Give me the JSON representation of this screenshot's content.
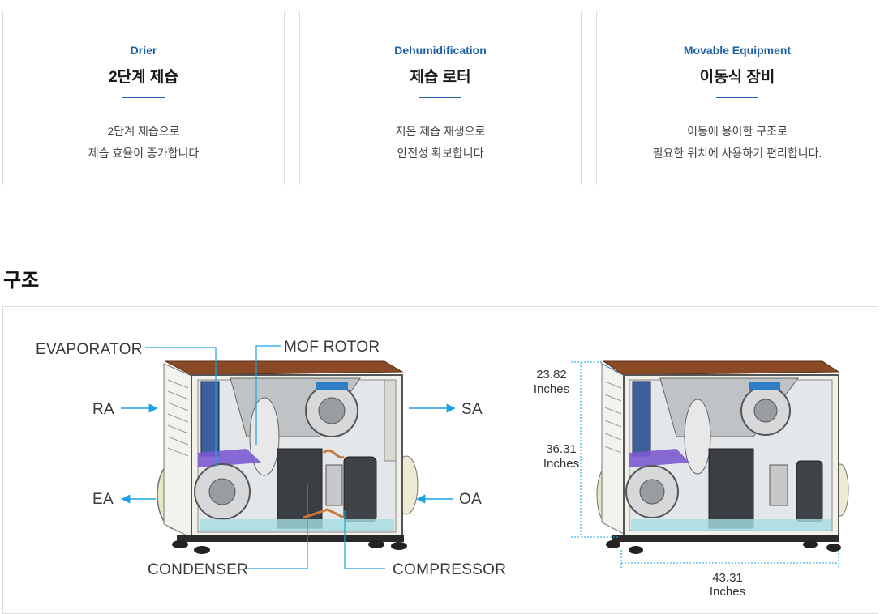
{
  "features": [
    {
      "en": "Drier",
      "ko": "2단계 제습",
      "desc": [
        "2단계 제습으로",
        "제습 효율이 증가합니다"
      ]
    },
    {
      "en": "Dehumidification",
      "ko": "제습 로터",
      "desc": [
        "저온 제습 재생으로",
        "안전성 확보합니다"
      ]
    },
    {
      "en": "Movable Equipment",
      "ko": "이동식 장비",
      "desc": [
        "이동에 용이한 구조로",
        "필요한 위치에 사용하기 편리합니다."
      ]
    }
  ],
  "structure": {
    "title": "구조",
    "labels": {
      "evaporator": "EVAPORATOR",
      "mof_rotor": "MOF ROTOR",
      "ra": "RA",
      "sa": "SA",
      "ea": "EA",
      "oa": "OA",
      "condenser": "CONDENSER",
      "compressor": "COMPRESSOR"
    },
    "dimensions": {
      "depth_value": "23.82",
      "height_value": "36.31",
      "width_value": "43.31",
      "unit": "Inches"
    }
  },
  "colors": {
    "accent": "#1d5fa4",
    "arrow": "#1aa3e0",
    "roof": "#8a4a26",
    "frame": "#f1f1ea"
  }
}
